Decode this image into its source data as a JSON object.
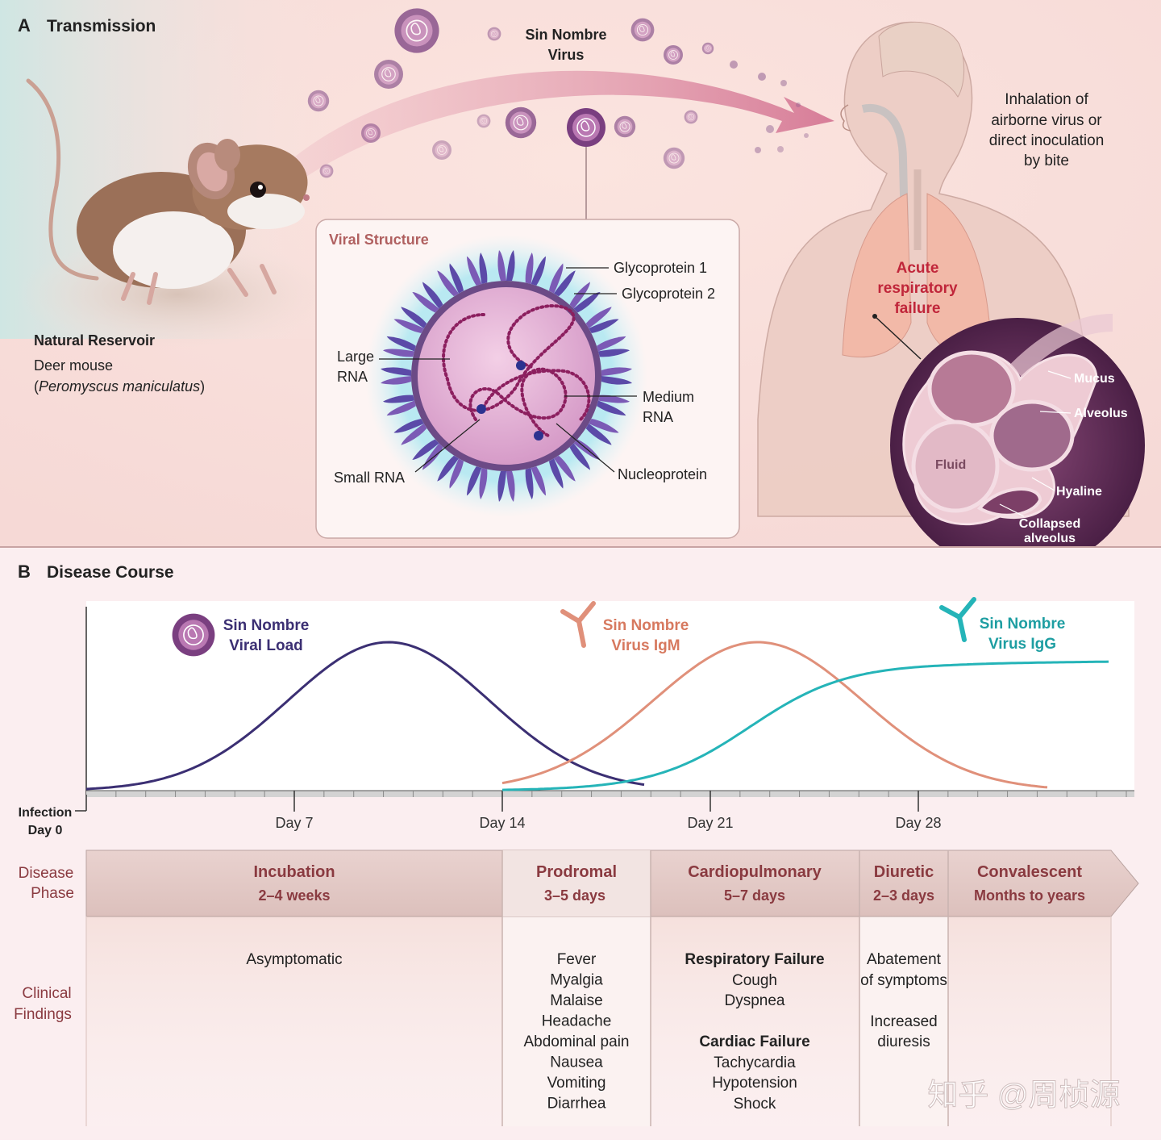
{
  "colors": {
    "viral_load": "#3b2f73",
    "igm": "#e0907a",
    "igg": "#25b4b8",
    "phase_label": "#8a3a40",
    "acute": "#c0263a",
    "inset_title": "#b06060",
    "band": "#e7cfcc",
    "band_light": "#f3e4e2"
  },
  "panel_a": {
    "letter": "A",
    "title": "Transmission",
    "virus_label_1": "Sin Nombre",
    "virus_label_2": "Virus",
    "reservoir": {
      "title": "Natural Reservoir",
      "line2": "Deer mouse",
      "paren_open": "(",
      "species": "Peromyscus maniculatus",
      "paren_close": ")"
    },
    "inhalation": [
      "Inhalation of",
      "airborne virus or",
      "direct inoculation",
      "by bite"
    ],
    "acute": [
      "Acute",
      "respiratory",
      "failure"
    ],
    "inset": {
      "title": "Viral Structure",
      "glycoprotein1": "Glycoprotein 1",
      "glycoprotein2": "Glycoprotein 2",
      "large_rna": [
        "Large",
        "RNA"
      ],
      "medium_rna": [
        "Medium",
        "RNA"
      ],
      "small_rna": "Small RNA",
      "nucleoprotein": "Nucleoprotein"
    },
    "lung_labels": {
      "mucus": "Mucus",
      "alveolus": "Alveolus",
      "fluid": "Fluid",
      "hyaline": "Hyaline",
      "collapsed": [
        "Collapsed",
        "alveolus"
      ]
    }
  },
  "panel_b": {
    "letter": "B",
    "title": "Disease Course",
    "legend": {
      "viral_load": [
        "Sin Nombre",
        "Viral Load"
      ],
      "igm": [
        "Sin Nombre",
        "Virus IgM"
      ],
      "igg": [
        "Sin Nombre",
        "Virus IgG"
      ]
    },
    "axis": {
      "origin": [
        "Infection",
        "Day 0"
      ],
      "ticks": [
        "Day 7",
        "Day 14",
        "Day 21",
        "Day 28"
      ]
    },
    "row_labels": {
      "phase": [
        "Disease",
        "Phase"
      ],
      "clinical": [
        "Clinical",
        "Findings"
      ]
    },
    "phases": [
      {
        "name": "Incubation",
        "duration": "2–4 weeks"
      },
      {
        "name": "Prodromal",
        "duration": "3–5 days"
      },
      {
        "name": "Cardiopulmonary",
        "duration": "5–7 days"
      },
      {
        "name": "Diuretic",
        "duration": "2–3 days"
      },
      {
        "name": "Convalescent",
        "duration": "Months to years"
      }
    ],
    "findings": {
      "incubation": "Asymptomatic",
      "prodromal": [
        "Fever",
        "Myalgia",
        "Malaise",
        "Headache",
        "Abdominal pain",
        "Nausea",
        "Vomiting",
        "Diarrhea"
      ],
      "cardiopulmonary": {
        "resp_title": "Respiratory Failure",
        "resp": [
          "Cough",
          "Dyspnea"
        ],
        "card_title": "Cardiac Failure",
        "card": [
          "Tachycardia",
          "Hypotension",
          "Shock"
        ]
      },
      "diuretic": [
        "Abatement",
        "of symptoms",
        "Increased",
        "diuresis"
      ]
    }
  },
  "watermark": "知乎 @周桢源"
}
